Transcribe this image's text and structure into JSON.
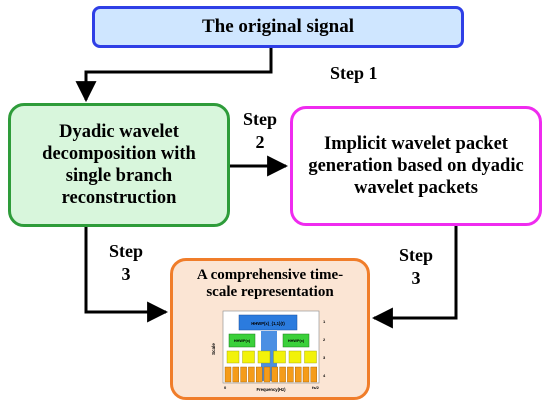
{
  "nodes": {
    "original": "The original signal",
    "dyadic": "Dyadic wavelet decomposition with single branch reconstruction",
    "implicit": "Implicit wavelet packet generation based on dyadic wavelet packets",
    "representation": "A comprehensive time-scale representation"
  },
  "steps": {
    "step1": "Step 1",
    "step2_word": "Step",
    "step2_num": "2",
    "step3_left_word": "Step",
    "step3_left_num": "3",
    "step3_right_word": "Step",
    "step3_right_num": "3"
  },
  "thumbnail": {
    "root_label": "HHWP(x)_{1,1}(t)",
    "left_label": "HHWP(x)",
    "right_label": "HHWP(x)",
    "x_axis_label": "Frequency(Hz)",
    "y_axis_label": "Scale",
    "x_tick_start": "0",
    "x_tick_end": "fs/2",
    "y_ticks": [
      "1",
      "2",
      "3",
      "4"
    ],
    "colors": {
      "root": "#2b7bde",
      "level2": "#3ad03a",
      "level3": "#f2f20a",
      "level4": "#f59c19"
    }
  }
}
